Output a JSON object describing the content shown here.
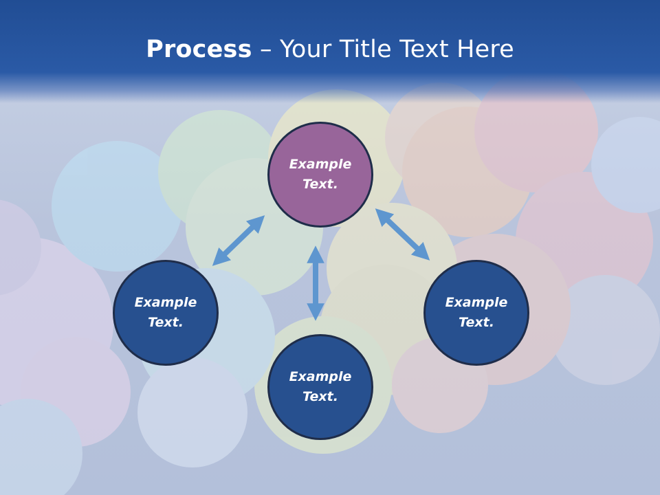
{
  "title": {
    "bold": "Process",
    "rest": " – Your Title Text Here"
  },
  "nodes": {
    "top": {
      "line1": "Example",
      "line2": "Text."
    },
    "left": {
      "line1": "Example",
      "line2": "Text."
    },
    "right": {
      "line1": "Example",
      "line2": "Text."
    },
    "bottom": {
      "line1": "Example",
      "line2": "Text."
    }
  },
  "colors": {
    "header": "#2a5aa6",
    "node_primary": "#27508f",
    "node_accent": "#98659a",
    "arrow": "#5e96cf"
  }
}
